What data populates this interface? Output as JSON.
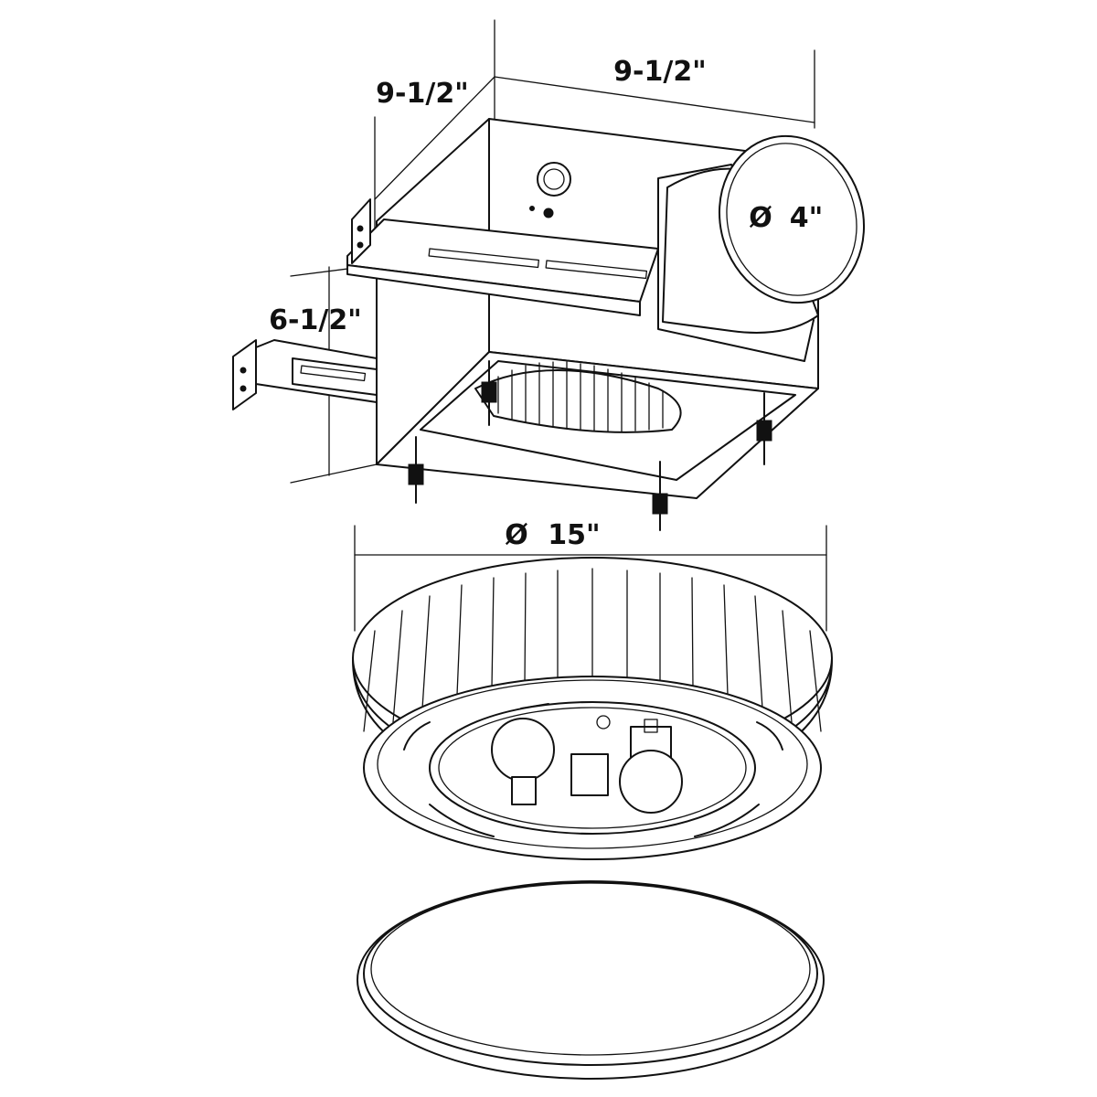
{
  "dimensions": {
    "housing_depth": "9-1/2\"",
    "housing_width": "9-1/2\"",
    "housing_height": "6-1/2\"",
    "duct_diameter_symbol": "Ø",
    "duct_diameter": "4\"",
    "grille_diameter_symbol": "Ø",
    "grille_diameter": "15\""
  },
  "colors": {
    "line": "#111111",
    "background": "#ffffff"
  }
}
